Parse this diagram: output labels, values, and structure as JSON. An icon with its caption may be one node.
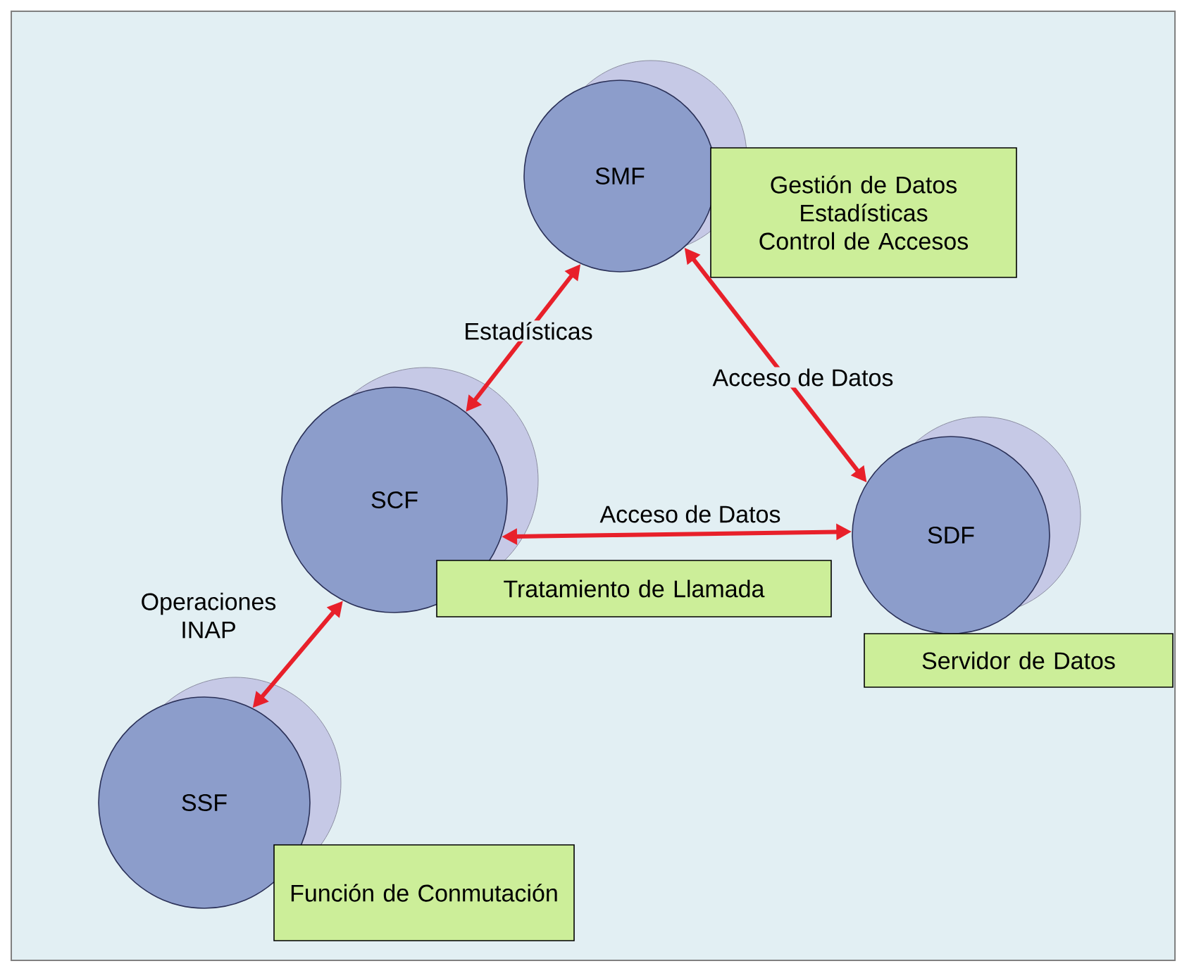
{
  "diagram": {
    "nodes": [
      {
        "text": [
          "SMF"
        ]
      },
      {
        "text": [
          "Gestión de Datos",
          "Estadísticas",
          "Control de Accesos"
        ]
      },
      {
        "text": [
          "SCF"
        ]
      },
      {
        "text": [
          "SDF"
        ]
      },
      {
        "text": [
          "Tratamiento de Llamada"
        ]
      },
      {
        "text": [
          "Servidor de Datos"
        ]
      },
      {
        "text": [
          "SSF"
        ]
      },
      {
        "text": [
          "Función de Conmutación"
        ]
      }
    ],
    "edges": [
      {
        "from": 0,
        "to": 2,
        "arrow": "both",
        "label": "Estadísticas"
      },
      {
        "from": 0,
        "to": 3,
        "arrow": "both",
        "label": "Acceso de Datos"
      },
      {
        "from": 2,
        "to": 3,
        "arrow": "both",
        "label": "Acceso de Datos"
      },
      {
        "from": 2,
        "to": 6,
        "arrow": "both",
        "label": "Operaciones INAP"
      }
    ]
  }
}
